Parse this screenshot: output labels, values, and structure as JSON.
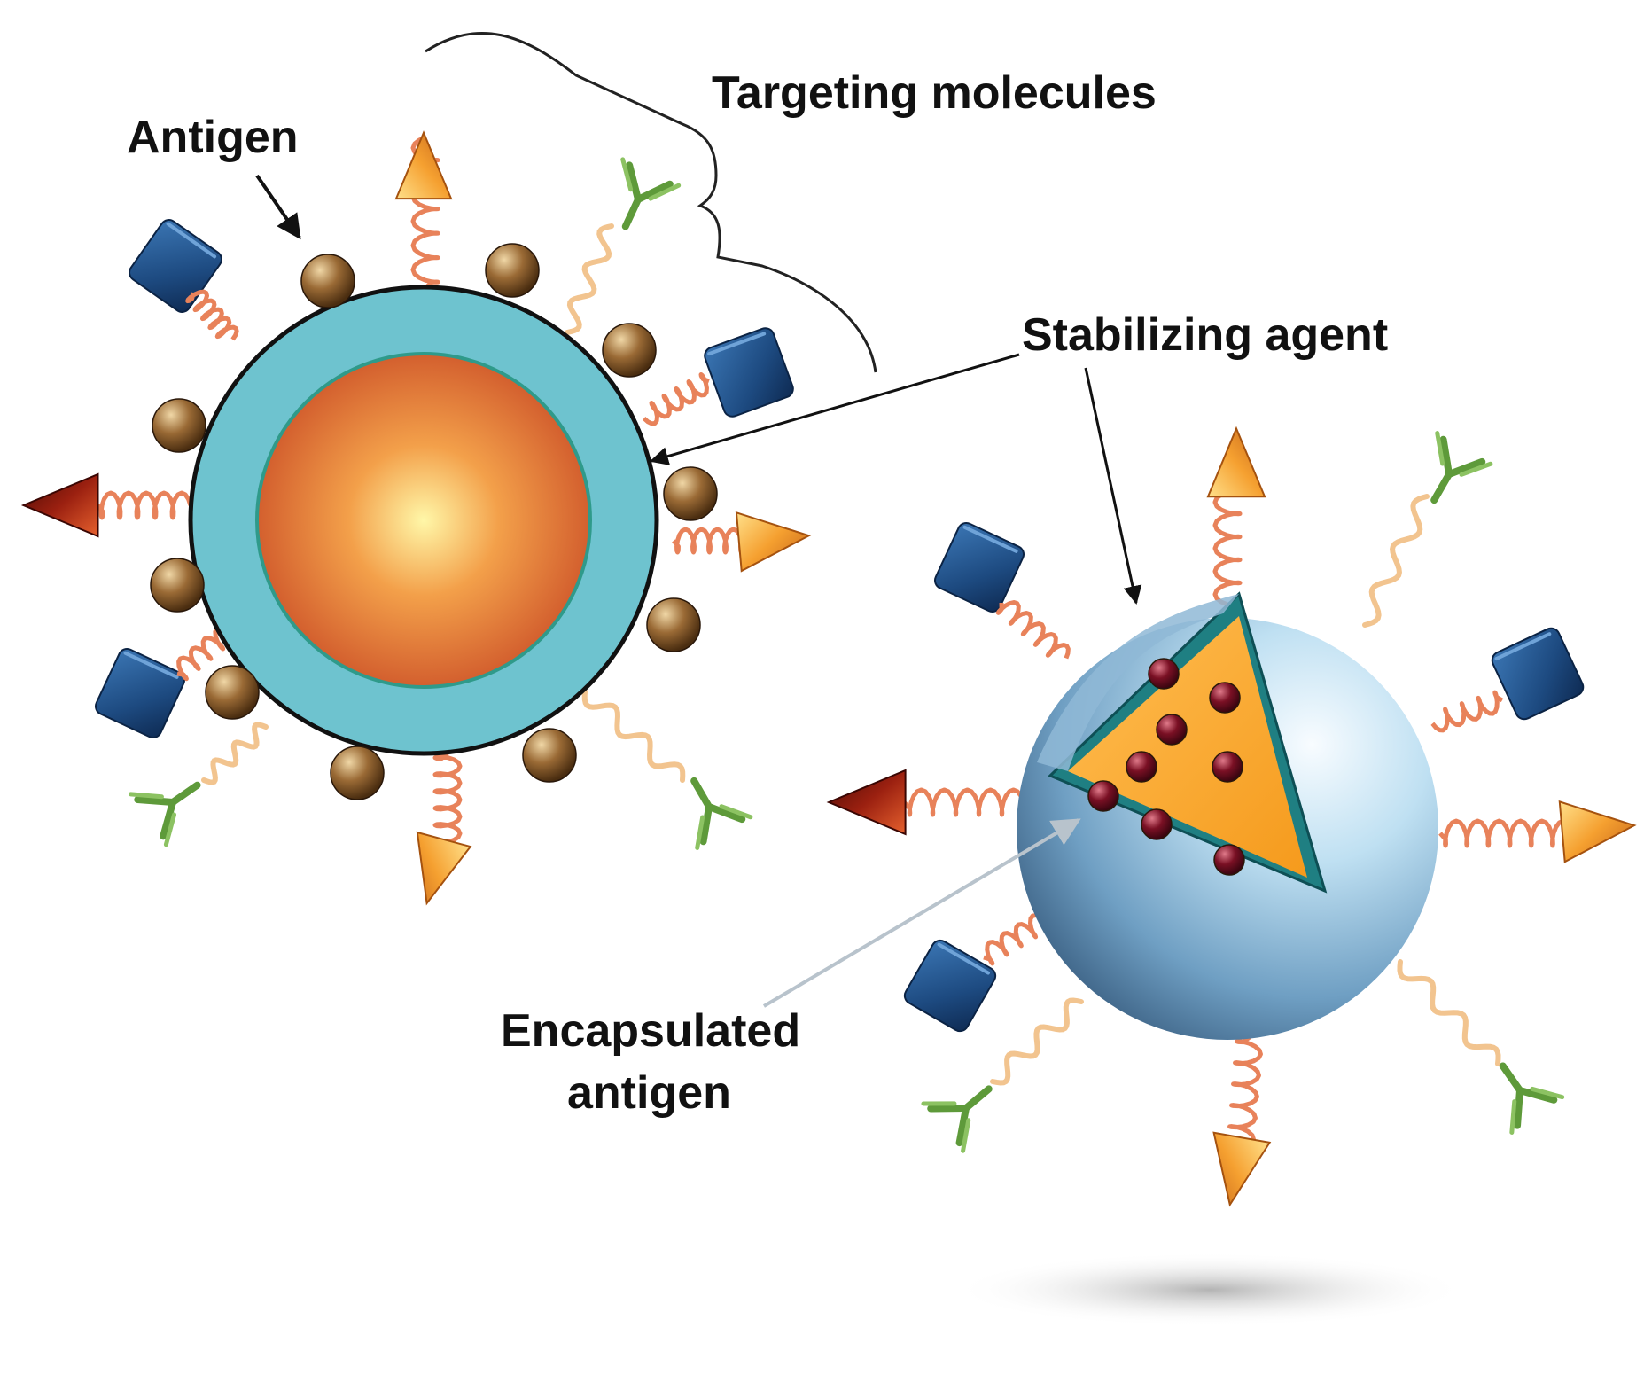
{
  "labels": {
    "targeting_molecules": "Targeting molecules",
    "antigen": "Antigen",
    "stabilizing_agent": "Stabilizing agent",
    "encapsulated_line1": "Encapsulated",
    "encapsulated_line2": "antigen"
  },
  "colors": {
    "shell": "#6ec3cf",
    "core_center": "#fff3a0",
    "core_edge": "#d9652b",
    "antigen_bead": "#8a5a2b",
    "cube": "#1f4f86",
    "cone": "#f5a030",
    "dark_cone": "#8b1a0a",
    "coil": "#e8825a",
    "wave": "#f2c48f",
    "antibody": "#5e9a3a",
    "inner_antigen": "#7a0f1c",
    "sphere_blue": "#5d8fb5"
  }
}
